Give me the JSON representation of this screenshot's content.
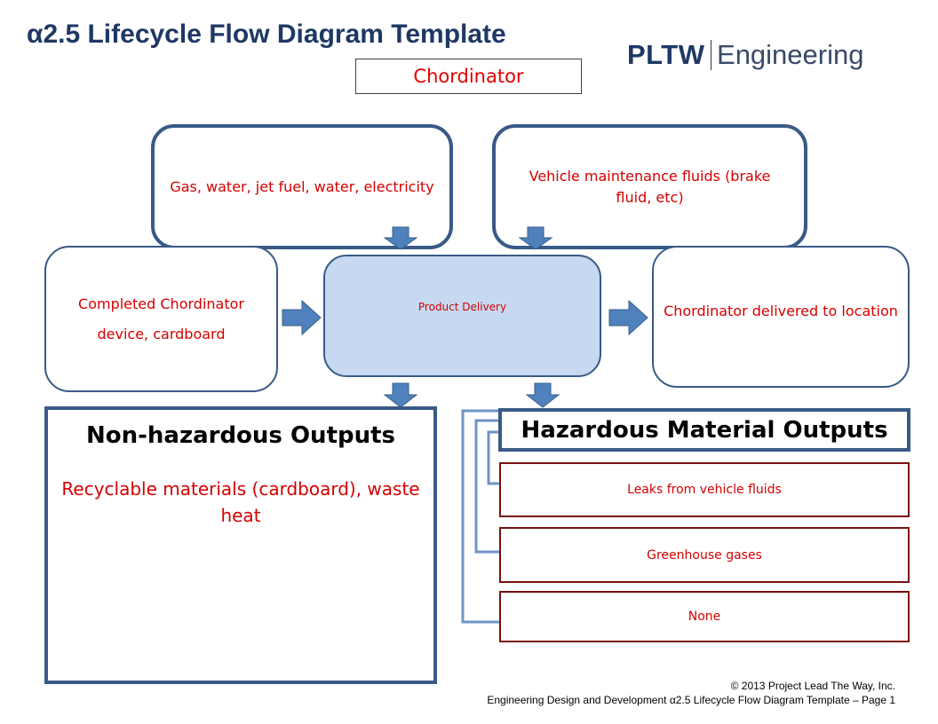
{
  "header": {
    "title": "α2.5 Lifecycle Flow Diagram Template",
    "product_name": "Chordinator",
    "logo_brand": "PLTW",
    "logo_division": "Engineering"
  },
  "inputs": {
    "energy": "Gas, water, jet fuel, water, electricity",
    "maintenance": "Vehicle maintenance fluids (brake fluid, etc)",
    "materials_line1": "Completed Chordinator",
    "materials_line2": "device, cardboard"
  },
  "process": {
    "label": "Product Delivery"
  },
  "output": {
    "label": "Chordinator delivered to location"
  },
  "non_hazardous": {
    "heading": "Non-hazardous Outputs",
    "text": "Recyclable materials (cardboard), waste heat"
  },
  "hazardous": {
    "heading": "Hazardous Material Outputs",
    "items": [
      "Leaks from vehicle fluids",
      "Greenhouse gases",
      "None"
    ]
  },
  "footer": {
    "copyright": "© 2013 Project Lead The Way, Inc.",
    "course": "Engineering Design and Development α2.5 Lifecycle Flow Diagram Template – Page 1"
  },
  "colors": {
    "title": "#1f3864",
    "box_border": "#395a86",
    "center_fill": "#c6d9f1",
    "text_red": "#d40000",
    "arrow_fill": "#4f81bd"
  }
}
